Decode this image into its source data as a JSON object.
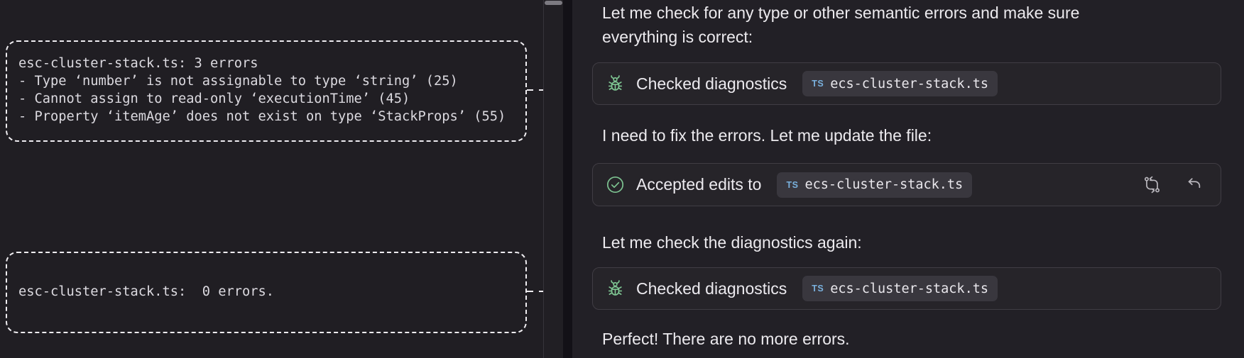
{
  "left_terminal": {
    "error_box": {
      "lines": [
        "esc-cluster-stack.ts: 3 errors",
        "- Type ‘number’ is not assignable to type ‘string’ (25)",
        "- Cannot assign to read-only ‘executionTime’ (45)",
        "- Property ‘itemAge’ does not exist on type ‘StackProps’ (55)"
      ]
    },
    "clean_box": {
      "lines": [
        "esc-cluster-stack.ts:  0 errors."
      ]
    }
  },
  "chat": {
    "paragraphs": {
      "intro_line1": "Let me check for any type or other semantic errors and make sure",
      "intro_line2": "everything is correct:",
      "fix": "I need to fix the errors. Let me update the file:",
      "recheck": "Let me check the diagnostics again:",
      "done": "Perfect! There are no more errors."
    },
    "cards": {
      "diagnostics1": {
        "title": "Checked diagnostics",
        "file_badge": "TS",
        "file_name": "ecs-cluster-stack.ts"
      },
      "accepted": {
        "title": "Accepted edits to",
        "file_badge": "TS",
        "file_name": "ecs-cluster-stack.ts"
      },
      "diagnostics2": {
        "title": "Checked diagnostics",
        "file_badge": "TS",
        "file_name": "ecs-cluster-stack.ts"
      }
    }
  },
  "icons": {
    "diagnostics": "bug-icon",
    "accepted": "check-circle-icon",
    "diff_action": "diff-icon",
    "undo_action": "undo-icon"
  },
  "colors": {
    "accent_green": "#7ec592",
    "ts_blue": "#79b0dd",
    "panel_bg_left": "#201e23",
    "panel_bg_right": "#222026",
    "card_bg": "#262429",
    "card_border": "#403d44",
    "chip_bg": "#39373e",
    "text_primary": "#eceaee",
    "terminal_text": "#dcdae0",
    "dashed_line": "#efedf1",
    "scroll_thumb": "#7c7a81"
  }
}
